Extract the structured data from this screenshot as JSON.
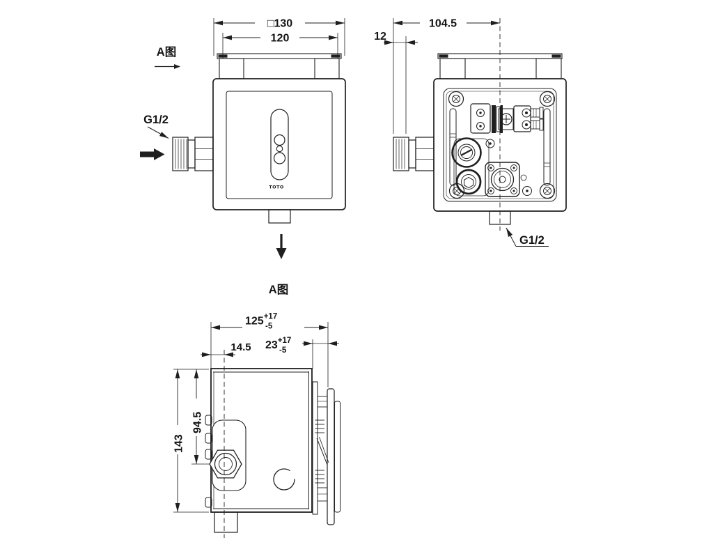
{
  "colors": {
    "line": "#1f1f1f",
    "background": "#ffffff"
  },
  "reference_arrow": {
    "label": "A图"
  },
  "front_view": {
    "dim_outer": "□130",
    "dim_bracket": "120",
    "inlet_label": "G1/2",
    "brand": "TOTO"
  },
  "rear_view": {
    "dim_center_offset": "104.5",
    "dim_thread_length": "12",
    "outlet_label": "G1/2"
  },
  "section_view": {
    "title": "A图",
    "dim_width": {
      "value": "125",
      "tol_plus": "+17",
      "tol_minus": "-5"
    },
    "dim_cover_depth": {
      "value": "23",
      "tol_plus": "+17",
      "tol_minus": "-5"
    },
    "dim_inlet_offset": "14.5",
    "dim_inlet_height": "94.5",
    "dim_height": "143"
  }
}
